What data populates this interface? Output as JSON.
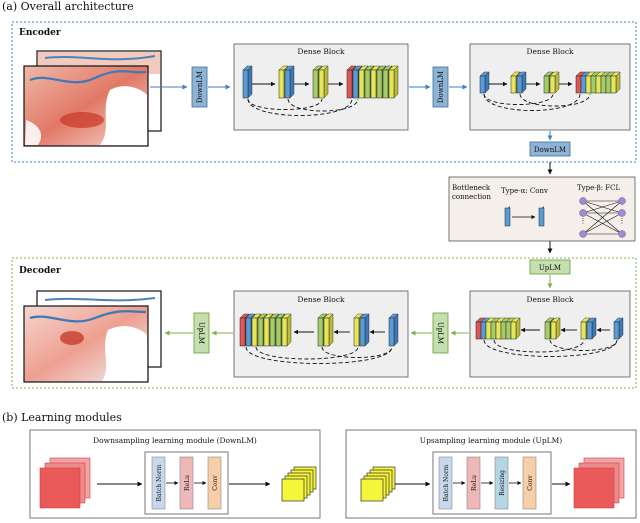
{
  "section_a": {
    "title": "(a) Overall architecture"
  },
  "encoder": {
    "label": "Encoder",
    "downlm": "DownLM",
    "dense_block_1": "Dense Block",
    "dense_block_2": "Dense Block"
  },
  "bottleneck": {
    "label_line1": "Bottleneck",
    "label_line2": "connection",
    "type_alpha": "Type-α: Conv",
    "type_beta": "Type-β: FCL",
    "dots": "⋮"
  },
  "decoder": {
    "label": "Decoder",
    "uplm": "UpLM",
    "dense_block_1": "Dense Block",
    "dense_block_2": "Dense Block"
  },
  "section_b": {
    "title": "(b) Learning modules"
  },
  "down_module": {
    "title": "Downsampling learning module (DownLM)",
    "ops": [
      "Batch Norm",
      "ReLu",
      "Conv"
    ]
  },
  "up_module": {
    "title": "Upsampling learning module (UpLM)",
    "ops": [
      "Batch Norm",
      "ReLu",
      "Resizing",
      "Conv"
    ]
  },
  "colors": {
    "encoder_border": "#3b82c4",
    "decoder_border": "#7fb04a",
    "lm_blue": "#8fb3d4",
    "lm_green": "#c5dfae",
    "bottleneck_bg": "#f4efe9",
    "block_bg": "#efefef",
    "layer_blue": "#5b9bd5",
    "layer_yellow": "#e6e65a",
    "layer_green": "#a6cc6a",
    "layer_red": "#e05555",
    "node_purple": "#a08ad0"
  }
}
